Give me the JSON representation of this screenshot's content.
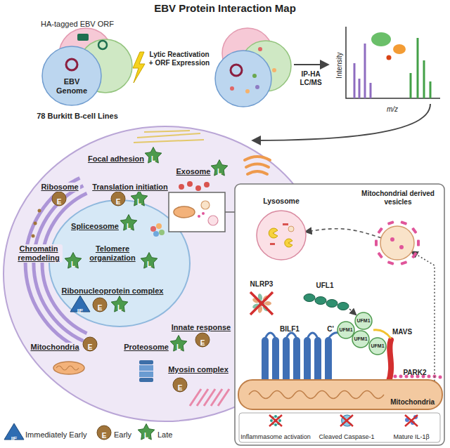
{
  "diagram": {
    "title": "EBV Protein Interaction Map",
    "nodes": [
      {
        "text": [
          "EBV Genome"
        ]
      },
      {
        "text": [
          "Lysosome"
        ]
      },
      {
        "text": [
          "Mitochondrial derived vesicles"
        ]
      },
      {
        "text": [
          "Mitochondria"
        ]
      },
      {
        "text": [
          "UFM1"
        ]
      },
      {
        "text": [
          "UFM1"
        ]
      },
      {
        "text": [
          "UFM1"
        ]
      },
      {
        "text": [
          "UFM1"
        ]
      }
    ],
    "edges": [
      {
        "from": 2,
        "to": 1,
        "arrow": "to"
      },
      {
        "from": 3,
        "to": 2,
        "arrow": "to"
      }
    ],
    "labels": [
      "HA-tagged EBV ORF",
      "78 Burkitt B-cell Lines",
      "Lytic Reactivation + ORF Expression",
      "IP-HA LC/MS",
      "Intensity",
      "m/z",
      "Focal adhesion",
      "L",
      "Exosome",
      "L",
      "Ribosome",
      "E",
      "Translation initiation",
      "E",
      "L",
      "Spliceosome",
      "L",
      "Chromatin remodeling",
      "L",
      "Telomere organization",
      "L",
      "Ribonucleoprotein complex",
      "IE",
      "E",
      "L",
      "Innate response",
      "E",
      "Mitochondria",
      "E",
      "Proteosome",
      "L",
      "Myosin complex",
      "E",
      "NLRP3",
      "UFL1",
      "BILF1",
      "C'",
      "MAVS",
      "PARK2",
      "Inflammasome activation",
      "Cleaved Caspase-1",
      "Mature IL-1β",
      "IE",
      "E",
      "L"
    ],
    "legend": [
      {
        "text": "Immediately Early"
      },
      {
        "text": "Early"
      },
      {
        "text": "Late"
      }
    ]
  }
}
